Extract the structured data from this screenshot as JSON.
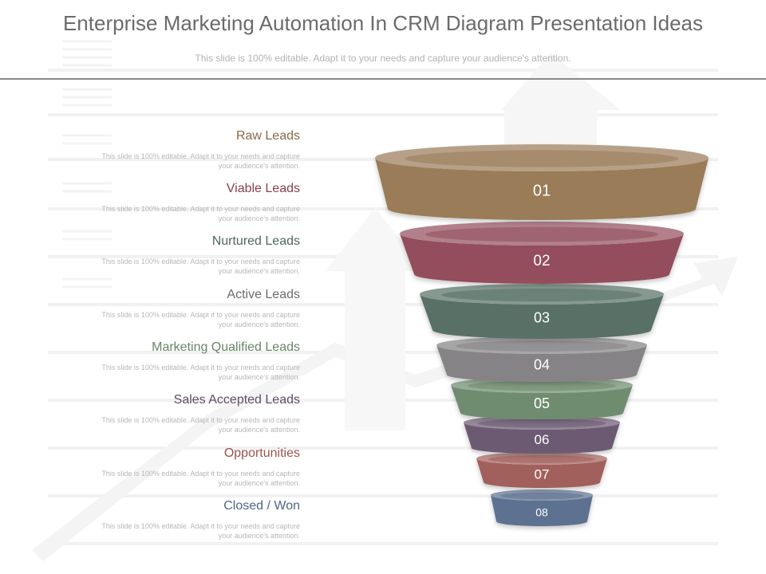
{
  "header": {
    "title": "Enterprise Marketing Automation In CRM Diagram Presentation Ideas",
    "subtitle": "This slide is 100% editable. Adapt it to your needs and capture your audience's attention."
  },
  "stages": [
    {
      "number": "01",
      "label": "Raw Leads",
      "description": "This slide is 100% editable.  Adapt it to your needs and capture your audience's attention.",
      "color": "#9a7b58",
      "label_color": "#8a6a45"
    },
    {
      "number": "02",
      "label": "Viable Leads",
      "description": "This slide is 100% editable.  Adapt it to your needs and capture your audience's attention.",
      "color": "#934e5c",
      "label_color": "#8a3f50"
    },
    {
      "number": "03",
      "label": "Nurtured Leads",
      "description": "This slide is 100% editable.  Adapt it to your needs and capture your audience's attention.",
      "color": "#587066",
      "label_color": "#4f665c"
    },
    {
      "number": "04",
      "label": "Active  Leads",
      "description": "This slide is 100% editable.  Adapt it to your needs and capture your audience's attention.",
      "color": "#858385",
      "label_color": "#6d6b6d"
    },
    {
      "number": "05",
      "label": "Marketing Qualified Leads",
      "description": "This slide is 100% editable.  Adapt it to your needs and capture your audience's attention.",
      "color": "#6f8c6f",
      "label_color": "#688568"
    },
    {
      "number": "06",
      "label": "Sales Accepted Leads",
      "description": "This slide is 100% editable.  Adapt it to your needs and capture your audience's attention.",
      "color": "#6c5a73",
      "label_color": "#5e4d66"
    },
    {
      "number": "07",
      "label": "Opportunities",
      "description": "This slide is 100% editable.  Adapt it to your needs and capture your audience's attention.",
      "color": "#a2605c",
      "label_color": "#9b534e"
    },
    {
      "number": "08",
      "label": "Closed / Won",
      "description": "This slide is 100% editable.  Adapt it to your needs and capture your audience's attention.",
      "color": "#5d7190",
      "label_color": "#4f6488"
    }
  ]
}
